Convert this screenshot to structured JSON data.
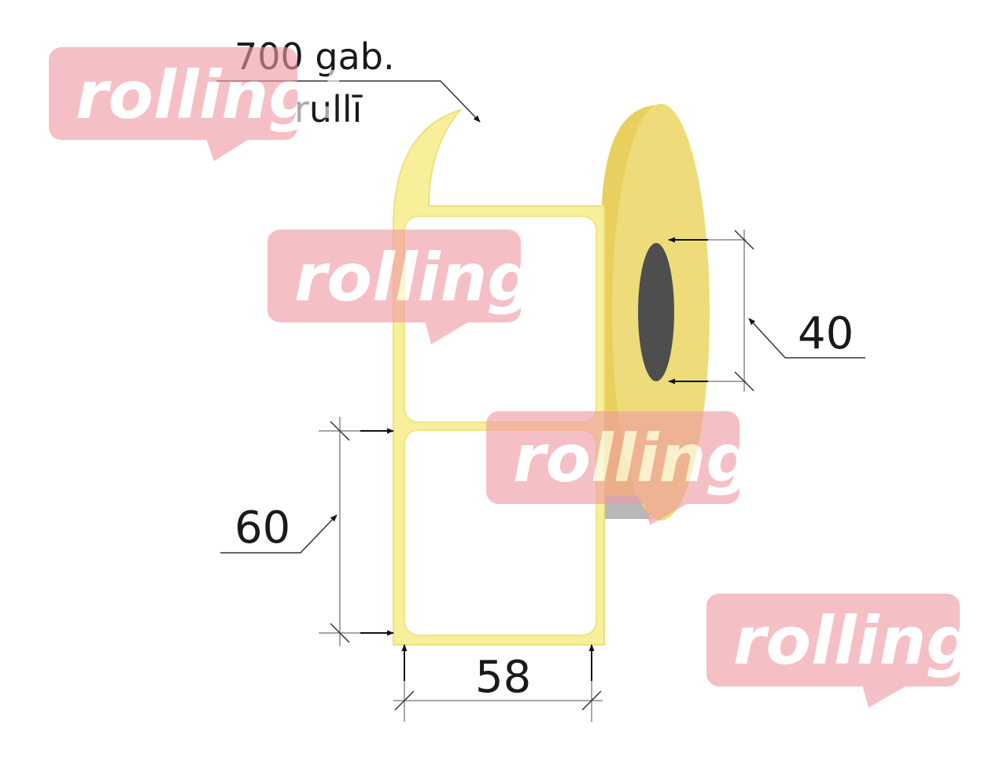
{
  "quantity": {
    "line1": "700 gab.",
    "line2": "rullī"
  },
  "dimensions": {
    "label_width": "58",
    "label_height": "60",
    "core_diameter": "40"
  },
  "watermark": {
    "text": "rolling!"
  },
  "colors": {
    "label_backing": "#f7ef9a",
    "roll_face": "#eedc7a",
    "roll_side": "#e8cf5e",
    "core": "#4e4e4e",
    "watermark": "#ef9aa2",
    "dimension_lines": "#8a8a8a"
  },
  "icons": [
    "label-roll-icon",
    "dimension-arrow-icon",
    "speech-bubble-logo-icon"
  ]
}
